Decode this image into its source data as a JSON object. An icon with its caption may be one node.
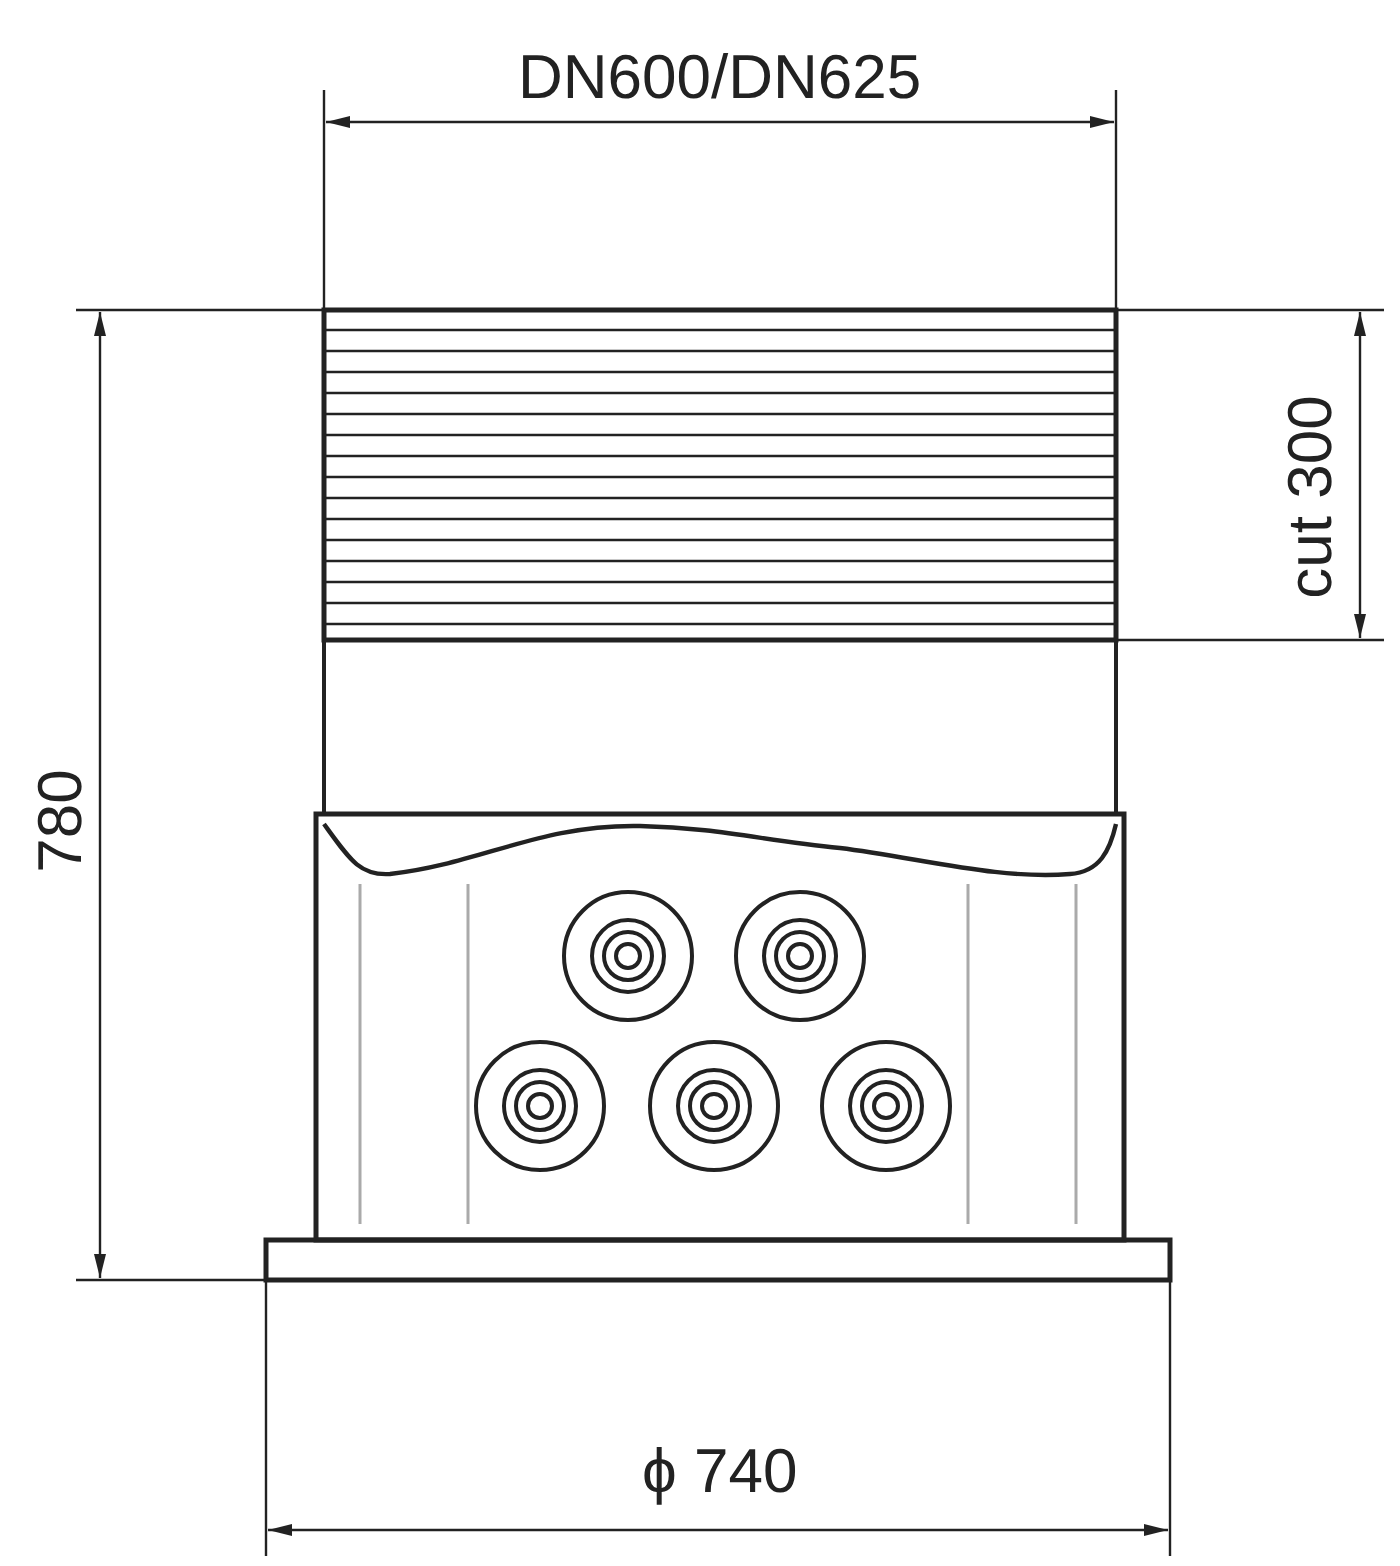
{
  "diagram": {
    "labels": [
      "DN600/DN625",
      "cut 300",
      "780",
      "ϕ 740"
    ]
  }
}
